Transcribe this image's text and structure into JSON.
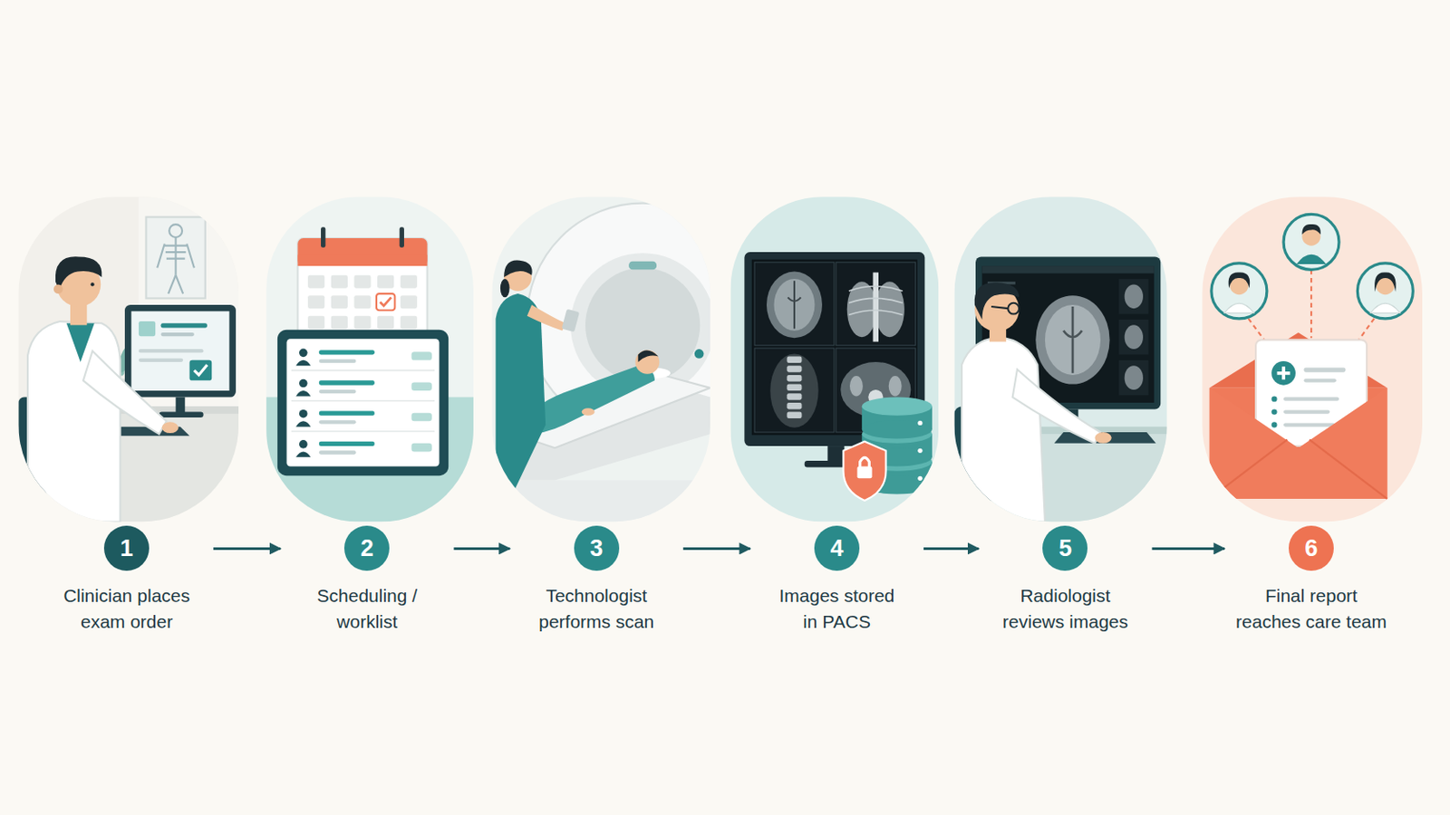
{
  "diagram": {
    "nodes": [
      {
        "text": [
          "1",
          "Clinician places exam order"
        ]
      },
      {
        "text": [
          "2",
          "Scheduling / worklist"
        ]
      },
      {
        "text": [
          "3",
          "Technologist performs scan"
        ]
      },
      {
        "text": [
          "4",
          "Images stored in PACS"
        ]
      },
      {
        "text": [
          "5",
          "Radiologist reviews images"
        ]
      },
      {
        "text": [
          "6",
          "Final report reaches care team"
        ]
      }
    ],
    "edges": [
      {
        "from": 0,
        "to": 1,
        "arrow": "to"
      },
      {
        "from": 1,
        "to": 2,
        "arrow": "to"
      },
      {
        "from": 2,
        "to": 3,
        "arrow": "to"
      },
      {
        "from": 3,
        "to": 4,
        "arrow": "to"
      },
      {
        "from": 4,
        "to": 5,
        "arrow": "to"
      }
    ]
  }
}
